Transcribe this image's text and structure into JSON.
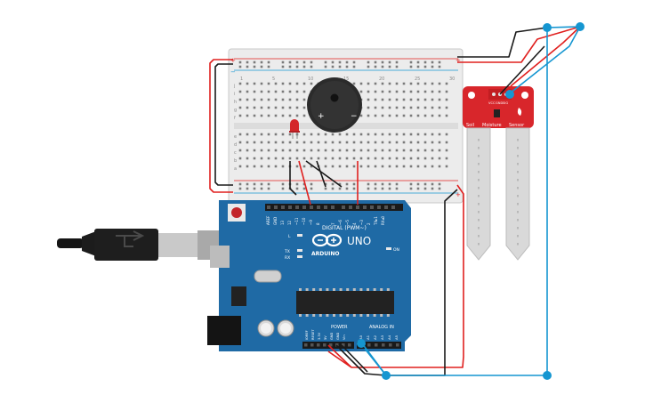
{
  "breadboard": {
    "row_letters_top": [
      "j",
      "i",
      "h",
      "g",
      "f"
    ],
    "row_letters_bottom": [
      "e",
      "d",
      "c",
      "b",
      "a"
    ],
    "column_numbers": [
      "1",
      "5",
      "10",
      "15",
      "20",
      "25",
      "30"
    ],
    "rail_plus": "+",
    "rail_minus": "−"
  },
  "buzzer": {
    "plus": "+",
    "minus": "−"
  },
  "sensor": {
    "pin_labels": [
      "VCC",
      "GND",
      "SIG"
    ],
    "label_soil": "Soil",
    "label_moisture": "Moisture",
    "label_sensor": "Sensor"
  },
  "arduino": {
    "brand": "ARDUINO",
    "model": "UNO",
    "digital_label": "DIGITAL (PWM~)",
    "power_label": "POWER",
    "analog_label": "ANALOG IN",
    "on_label": "ON",
    "led_l": "L",
    "led_tx": "TX",
    "led_rx": "RX",
    "digital_pins": [
      "AREF",
      "GND",
      "13",
      "12",
      "~11",
      "~10",
      "~9",
      "8",
      "7",
      "~6",
      "~5",
      "4",
      "~3",
      "2",
      "TX▸1",
      "RX◂0"
    ],
    "power_pins": [
      "IOREF",
      "RESET",
      "3.3V",
      "5V",
      "GND",
      "GND",
      "Vin"
    ],
    "analog_pins": [
      "A0",
      "A1",
      "A2",
      "A3",
      "A4",
      "A5"
    ]
  },
  "colors": {
    "wire_black": "#1a1a1a",
    "wire_red": "#e0201f",
    "wire_blue": "#1596d1",
    "arduino_board": "#1f6aa5",
    "sensor_board": "#d8262b",
    "breadboard": "#ececec"
  }
}
